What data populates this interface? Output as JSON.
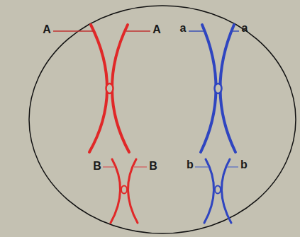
{
  "diagram": {
    "labels": [
      "A",
      "A",
      "a",
      "a",
      "B",
      "B",
      "b",
      "b"
    ]
  }
}
